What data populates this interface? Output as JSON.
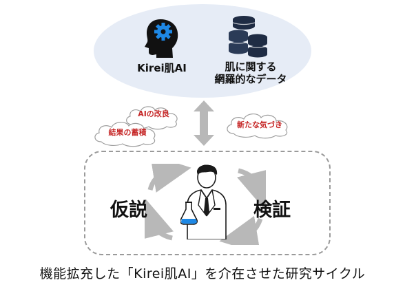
{
  "nodes": {
    "ai_label": "Kirei肌AI",
    "data_label_line1": "肌に関する",
    "data_label_line2": "網羅的なデータ"
  },
  "clouds": {
    "improve": "AIの改良",
    "accumulate": "結果の蓄積",
    "discovery": "新たな気づき"
  },
  "cycle": {
    "hypothesis": "仮説",
    "verification": "検証"
  },
  "caption": "機能拡充した「Kirei肌AI」を介在させた研究サイクル",
  "colors": {
    "ellipse_bg": "#e6ecf6",
    "cloud_text": "#c62828",
    "arrow_gray": "#b8b8b8",
    "gear_blue": "#1e88e5"
  },
  "icons": [
    "head-gear-icon",
    "database-icon",
    "bidirectional-arrow-icon",
    "scientist-icon",
    "cycle-arrow-icon"
  ]
}
